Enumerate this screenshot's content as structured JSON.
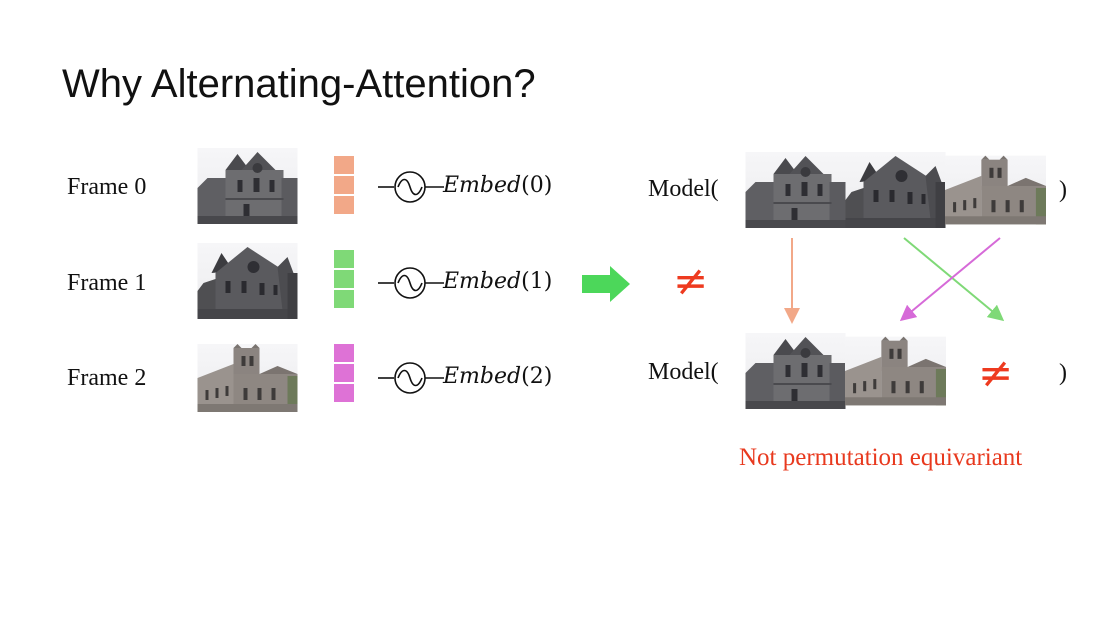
{
  "title": "Why Alternating-Attention?",
  "frames": [
    {
      "label": "Frame 0",
      "embed_fn": "Embed",
      "embed_arg": "(0)",
      "token_color": "#f2a888"
    },
    {
      "label": "Frame 1",
      "embed_fn": "Embed",
      "embed_arg": "(1)",
      "token_color": "#7fd977"
    },
    {
      "label": "Frame 2",
      "embed_fn": "Embed",
      "embed_arg": "(2)",
      "token_color": "#de72d6"
    }
  ],
  "model_label": "Model(",
  "close_paren": ")",
  "neq_symbol": "≠",
  "note": "Not permutation equivariant",
  "colors": {
    "arrow_green": "#4cd75a",
    "arrow_orange": "#f2a888",
    "arrow_magenta": "#d66ad8",
    "neq_red": "#ee3a1f"
  },
  "icons": [
    "sine-wave-icon",
    "arrow-right-icon",
    "not-equal-icon"
  ]
}
